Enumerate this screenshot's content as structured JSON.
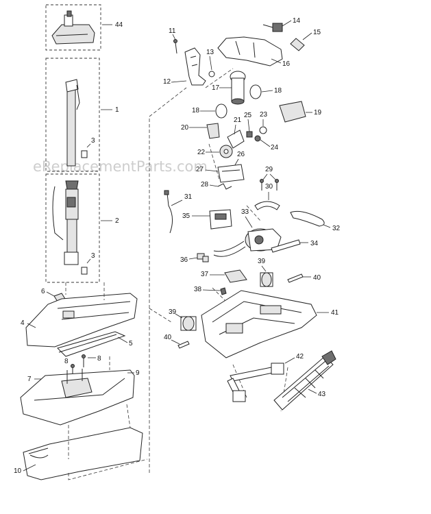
{
  "watermark": "eReplacementParts.com",
  "callouts": {
    "c44": "44",
    "c1": "1",
    "c3a": "3",
    "c2": "2",
    "c3b": "3",
    "c6": "6",
    "c4": "4",
    "c5": "5",
    "c8a": "8",
    "c8b": "8",
    "c7": "7",
    "c9": "9",
    "c10": "10",
    "c11": "11",
    "c13": "13",
    "c12": "12",
    "c14": "14",
    "c15": "15",
    "c16": "16",
    "c17": "17",
    "c18a": "18",
    "c18b": "18",
    "c19": "19",
    "c25": "25",
    "c23": "23",
    "c20": "20",
    "c21": "21",
    "c24": "24",
    "c22": "22",
    "c26": "26",
    "c27": "27",
    "c29": "29",
    "c28": "28",
    "c30": "30",
    "c31": "31",
    "c35": "35",
    "c33": "33",
    "c32": "32",
    "c34": "34",
    "c36": "36",
    "c39a": "39",
    "c37": "37",
    "c40a": "40",
    "c38": "38",
    "c39b": "39",
    "c41": "41",
    "c40b": "40",
    "c42": "42",
    "c43": "43"
  }
}
